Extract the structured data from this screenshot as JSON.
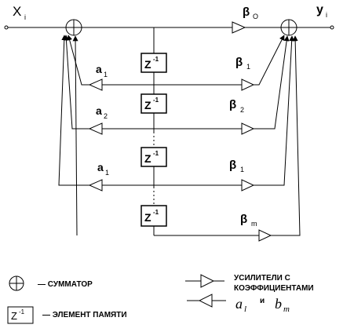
{
  "diagram": {
    "input_label": "X",
    "input_sub": "i",
    "output_label": "y",
    "output_sub": "i",
    "delay_z": "Z",
    "delay_exp": "-1",
    "b_symbol": "β",
    "b0_sub": "O",
    "b1_sub": "1",
    "b2_sub": "2",
    "bl_sub": "1",
    "bm_sub": "m",
    "a1": "a",
    "a1_sub": "1",
    "a2": "a",
    "a2_sub": "2",
    "al": "a",
    "al_sub": "1"
  },
  "legend": {
    "summator_text": "— СУММАТОР",
    "memory_text": "— ЭЛЕМЕНТ ПАМЯТИ",
    "amplifiers_line1": "УСИЛИТЕЛИ С",
    "amplifiers_line2": "КОЭФФИЦИЕНТАМИ",
    "and_text": "и",
    "coef_a": "a",
    "coef_a_sub": "l",
    "coef_b": "b",
    "coef_b_sub": "m",
    "memory_z": "Z",
    "memory_exp": "-1"
  }
}
